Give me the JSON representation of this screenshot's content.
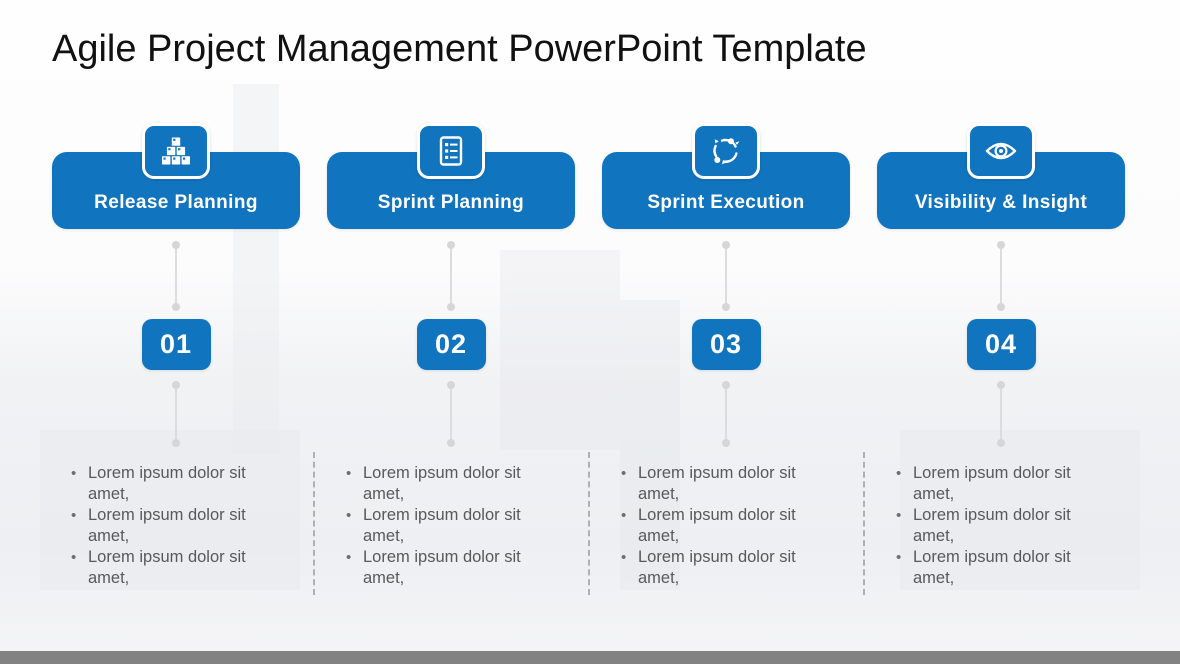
{
  "slide": {
    "title": "Agile Project Management PowerPoint Template"
  },
  "colors": {
    "primary_blue": "#1174BE",
    "header_text": "#FFFFFF",
    "body_text": "#595959",
    "connector_gray": "#D9D9D9",
    "divider_gray": "#AEB0B3",
    "footer_bar_gray": "#828282",
    "title_text": "#111111"
  },
  "columns": [
    {
      "icon": "stacked-boxes-icon",
      "label": "Release Planning",
      "number": "01",
      "bullets": [
        "Lorem ipsum dolor sit amet,",
        "Lorem ipsum dolor sit amet,",
        "Lorem ipsum dolor sit amet,"
      ]
    },
    {
      "icon": "checklist-icon",
      "label": "Sprint Planning",
      "number": "02",
      "bullets": [
        "Lorem ipsum dolor sit amet,",
        "Lorem ipsum dolor sit amet,",
        "Lorem ipsum dolor sit amet,"
      ]
    },
    {
      "icon": "iteration-cycle-icon",
      "label": "Sprint Execution",
      "number": "03",
      "bullets": [
        "Lorem ipsum dolor sit amet,",
        "Lorem ipsum dolor sit amet,",
        "Lorem ipsum dolor sit amet,"
      ]
    },
    {
      "icon": "eye-icon",
      "label": "Visibility & Insight",
      "number": "04",
      "bullets": [
        "Lorem ipsum dolor sit amet,",
        "Lorem ipsum dolor sit amet,",
        "Lorem ipsum dolor sit amet,"
      ]
    }
  ]
}
